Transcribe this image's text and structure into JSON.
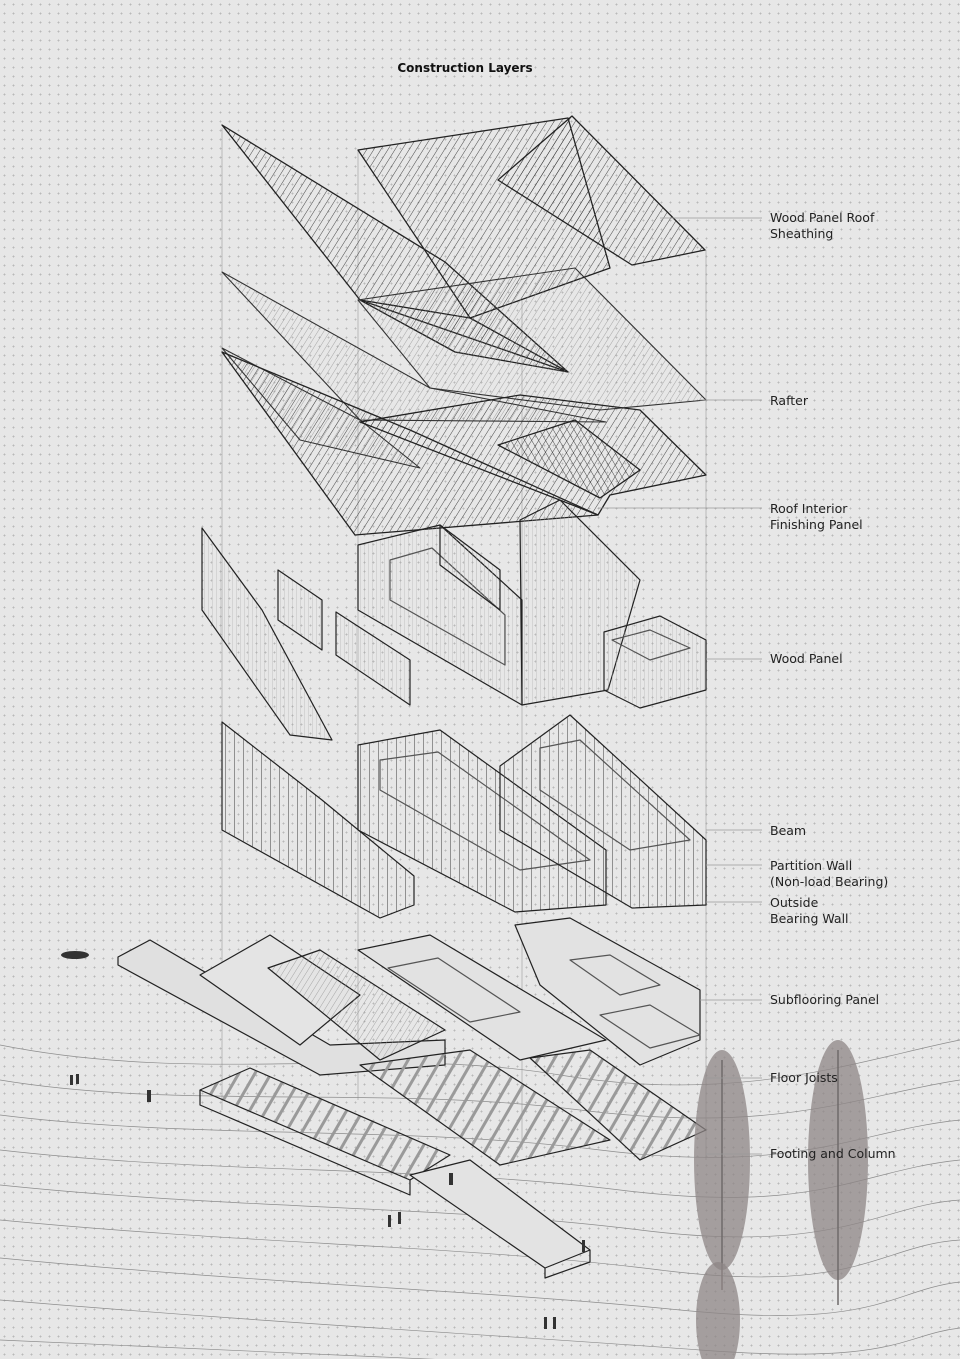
{
  "title": "Construction Layers",
  "layers": [
    {
      "id": "roof-sheathing",
      "lines": [
        "Wood Panel Roof",
        "Sheathing"
      ]
    },
    {
      "id": "rafter",
      "lines": [
        "Rafter"
      ]
    },
    {
      "id": "roof-interior",
      "lines": [
        "Roof Interior",
        "Finishing Panel"
      ]
    },
    {
      "id": "wood-panel",
      "lines": [
        "Wood Panel"
      ]
    },
    {
      "id": "beam",
      "lines": [
        "Beam"
      ]
    },
    {
      "id": "partition-wall",
      "lines": [
        "Partition Wall",
        "(Non-load Bearing)"
      ]
    },
    {
      "id": "outside-wall",
      "lines": [
        "Outside",
        "Bearing Wall"
      ]
    },
    {
      "id": "subflooring",
      "lines": [
        "Subflooring Panel"
      ]
    },
    {
      "id": "floor-joists",
      "lines": [
        "Floor Joists"
      ]
    },
    {
      "id": "footing",
      "lines": [
        "Footing and Column"
      ]
    }
  ],
  "colors": {
    "background": "#e7e7e7",
    "line": "#222222",
    "tree": "#8d8686"
  }
}
